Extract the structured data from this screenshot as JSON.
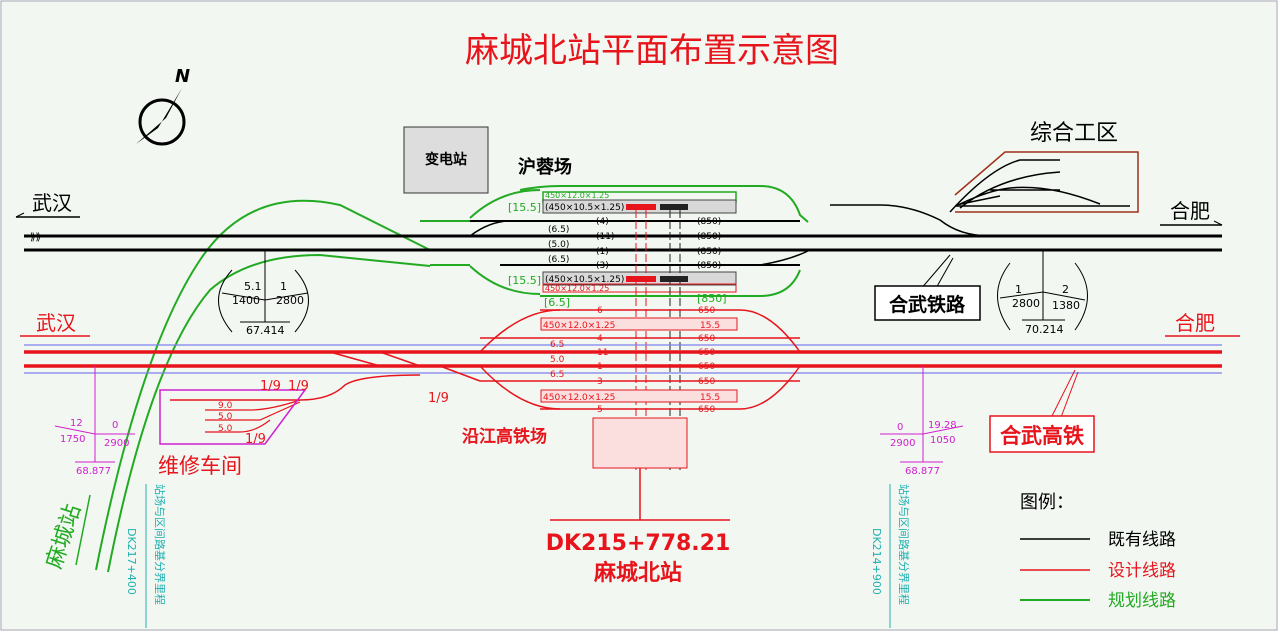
{
  "title": "麻城北站平面布置示意图",
  "compass": "N",
  "substation": "变电站",
  "hurong_yard": "沪蓉场",
  "yanjiang_yard": "沿江高铁场",
  "depot": "综合工区",
  "maintenance": "维修车间",
  "macheng_station": "麻城站",
  "hewu_railway": "合武铁路",
  "hewu_hsr": "合武高铁",
  "dir": {
    "wuhan_top": "武汉",
    "hefei_top": "合肥",
    "wuhan_red": "武汉",
    "hefei_red": "合肥"
  },
  "station_center": {
    "mileage": "DK215+778.21",
    "name": "麻城北站"
  },
  "boundary_left": {
    "mileage": "DK217+400",
    "label": "站场与区间路基分界里程"
  },
  "boundary_right": {
    "mileage": "DK214+900",
    "label": "站场与区间路基分界里程"
  },
  "curve_left": {
    "a": "5.1",
    "b": "1400",
    "c": "1",
    "d": "2800",
    "e": "67.414"
  },
  "curve_right": {
    "a": "1",
    "b": "2800",
    "c": "2",
    "d": "1380",
    "e": "70.214"
  },
  "grade_left": {
    "a": "12",
    "b": "1750",
    "c": "0",
    "d": "2900",
    "e": "68.877"
  },
  "grade_right": {
    "a": "0",
    "b": "2900",
    "c": "19.28",
    "d": "1050",
    "e": "68.877"
  },
  "hurong": {
    "platform_top_plan": "450×12.0×1.25",
    "platform_top": "(450×10.5×1.25)",
    "platform_bot": "(450×10.5×1.25)",
    "platform_bot_plan": "450×12.0×1.25",
    "width_top": "[15.5]",
    "width_bot": "[15.5]",
    "gap_green": "[6.5]",
    "len_green": "[850]",
    "tracks": [
      {
        "no": "(4)",
        "len": "(850)"
      },
      {
        "no": "(11)",
        "len": "(850)"
      },
      {
        "no": "(1)",
        "len": "(850)"
      },
      {
        "no": "(3)",
        "len": "(850)"
      }
    ],
    "spacings": [
      "(6.5)",
      "(5.0)",
      "(6.5)"
    ]
  },
  "yanjiang": {
    "platform_top": "450×12.0×1.25",
    "platform_bot": "450×12.0×1.25",
    "width_top": "15.5",
    "width_bot": "15.5",
    "tracks": [
      {
        "no": "6",
        "len": "650"
      },
      {
        "no": "4",
        "len": "650"
      },
      {
        "no": "11",
        "len": "650"
      },
      {
        "no": "1",
        "len": "650"
      },
      {
        "no": "3",
        "len": "650"
      },
      {
        "no": "5",
        "len": "650"
      }
    ],
    "spacings": [
      "6.5",
      "5.0",
      "6.5"
    ]
  },
  "depot_tracks": {
    "t1": "9.0",
    "t2": "5.0",
    "t3": "5.0",
    "sw1": "1/9",
    "sw2": "1/9",
    "sw3": "1/9",
    "sw4": "1/9"
  },
  "legend": {
    "title": "图例：",
    "items": [
      {
        "label": "既有线路",
        "color": "#000000"
      },
      {
        "label": "设计线路",
        "color": "#e8141c"
      },
      {
        "label": "规划线路",
        "color": "#22aa22"
      }
    ]
  }
}
